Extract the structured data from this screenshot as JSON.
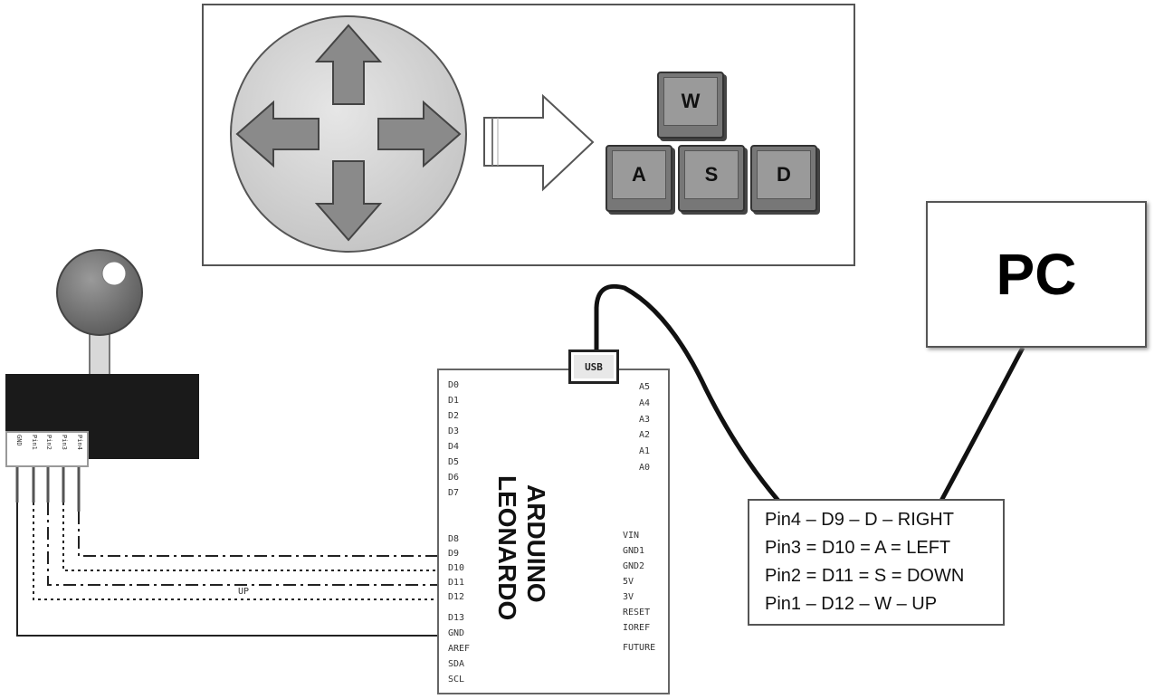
{
  "keys": [
    {
      "id": "w",
      "label": "W"
    },
    {
      "id": "a",
      "label": "A"
    },
    {
      "id": "s",
      "label": "S"
    },
    {
      "id": "d",
      "label": "D"
    }
  ],
  "pc": {
    "label": "PC"
  },
  "board": {
    "usb_label": "USB",
    "title_line1": "ARDUINO",
    "title_line2": "LEONARDO",
    "left_pins": [
      "D0",
      "D1",
      "D2",
      "D3",
      "D4",
      "D5",
      "D6",
      "D7",
      "D8",
      "D9",
      "D10",
      "D11",
      "D12",
      "D13",
      "GND",
      "AREF",
      "SDA",
      "SCL"
    ],
    "right_pins_top": [
      "A5",
      "A4",
      "A3",
      "A2",
      "A1",
      "A0"
    ],
    "right_pins_bottom": [
      "VIN",
      "GND1",
      "GND2",
      "5V",
      "3V",
      "RESET",
      "IOREF",
      "FUTURE"
    ]
  },
  "joystick": {
    "pin_labels": [
      "GND",
      "Pin1",
      "Pin2",
      "Pin3",
      "Pin4"
    ]
  },
  "wire_label": "UP",
  "legend": {
    "lines": [
      "Pin4 – D9 – D – RIGHT",
      "Pin3 = D10 = A = LEFT",
      "Pin2 = D11 = S = DOWN",
      "Pin1 – D12 – W – UP"
    ]
  },
  "colors": {
    "pad": "#d4d4d4",
    "arrow": "#8a8a8a",
    "key": "#999999",
    "joystick_ball": "#7a7a7a"
  }
}
